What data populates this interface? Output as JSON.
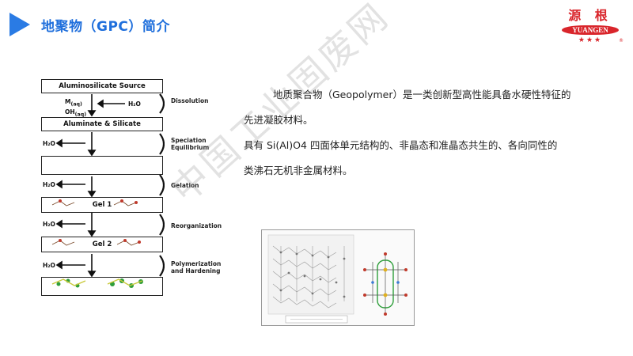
{
  "header": {
    "title": "地聚物（GPC）简介"
  },
  "logo": {
    "cn": "源 根",
    "en": "YUANGEN",
    "stars": "★★★",
    "reg": "®"
  },
  "diagram": {
    "boxes": [
      "Aluminosilicate Source",
      "Aluminate  & Silicate",
      "Gel 1",
      "Gel 2"
    ],
    "stages": [
      "Dissolution",
      "Speciation",
      "Equilibrium",
      "Gelation",
      "Reorganization",
      "Polymerization",
      "and Hardening"
    ],
    "inputs": {
      "m": "M",
      "oh": "OH",
      "h2o": "H₂O"
    }
  },
  "description": {
    "p1": "地质聚合物（Geopolymer）是一类创新型高性能具备水硬性特征的",
    "p2": "先进凝胶材料。",
    "p3": "具有 Si(Al)O4 四面体单元结构的、非晶态和准晶态共生的、各向同性的",
    "p4": "类沸石无机非金属材料。"
  },
  "watermark": {
    "text": "中国工业固废网"
  }
}
